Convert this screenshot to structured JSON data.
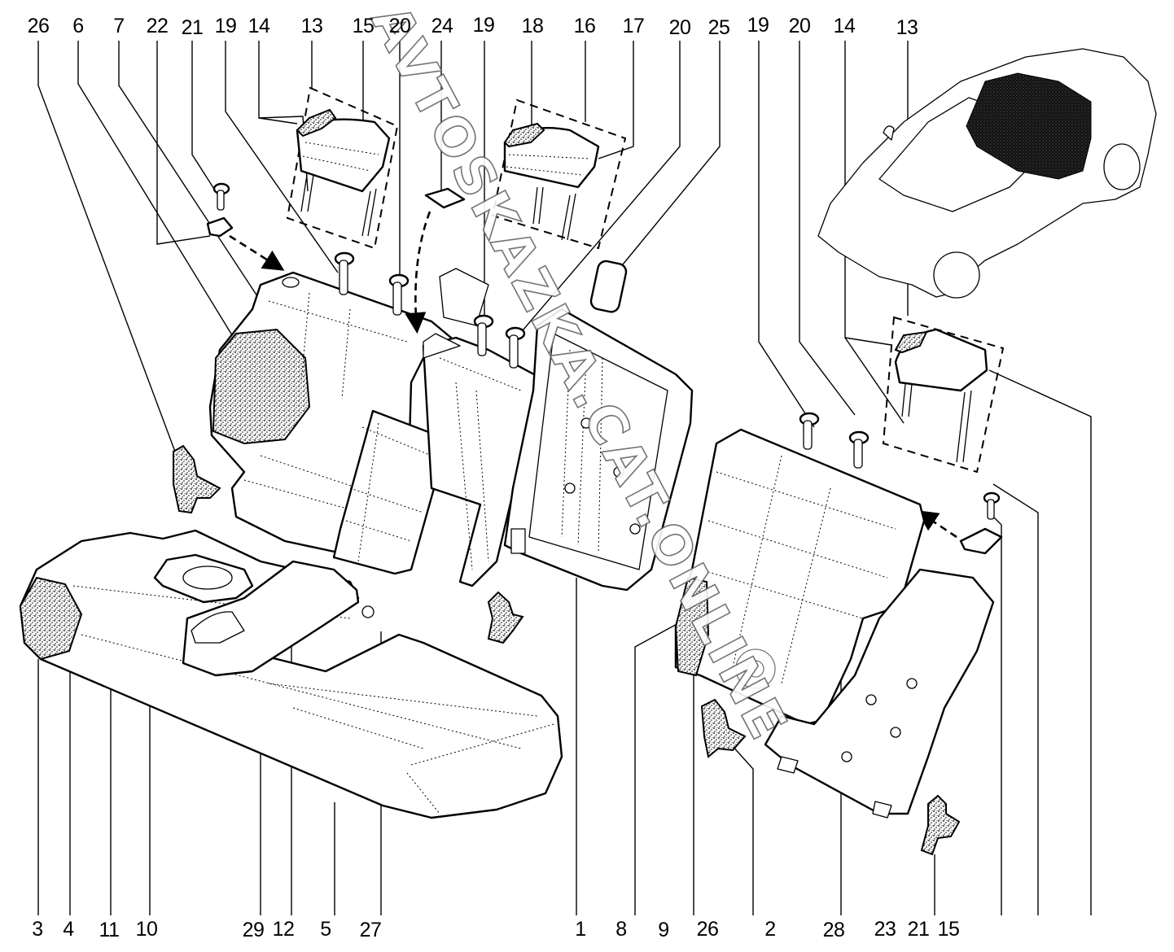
{
  "diagram": {
    "title": "Rear seat exploded parts diagram",
    "watermark": "AVTOSKAZKA.CAT.ONLINE",
    "top_callouts": [
      {
        "id": "t1",
        "label": "26"
      },
      {
        "id": "t2",
        "label": "6"
      },
      {
        "id": "t3",
        "label": "7"
      },
      {
        "id": "t4",
        "label": "22"
      },
      {
        "id": "t5",
        "label": "21"
      },
      {
        "id": "t6",
        "label": "19"
      },
      {
        "id": "t7",
        "label": "14"
      },
      {
        "id": "t8",
        "label": "13"
      },
      {
        "id": "t9",
        "label": "15"
      },
      {
        "id": "t10",
        "label": "20"
      },
      {
        "id": "t11",
        "label": "24"
      },
      {
        "id": "t12",
        "label": "19"
      },
      {
        "id": "t13",
        "label": "18"
      },
      {
        "id": "t14",
        "label": "16"
      },
      {
        "id": "t15",
        "label": "17"
      },
      {
        "id": "t16",
        "label": "20"
      },
      {
        "id": "t17",
        "label": "25"
      },
      {
        "id": "t18",
        "label": "19"
      },
      {
        "id": "t19",
        "label": "20"
      },
      {
        "id": "t20",
        "label": "14"
      },
      {
        "id": "t21",
        "label": "13"
      }
    ],
    "bottom_callouts": [
      {
        "id": "b1",
        "label": "3"
      },
      {
        "id": "b2",
        "label": "4"
      },
      {
        "id": "b3",
        "label": "11"
      },
      {
        "id": "b4",
        "label": "10"
      },
      {
        "id": "b5",
        "label": "29"
      },
      {
        "id": "b6",
        "label": "12"
      },
      {
        "id": "b7",
        "label": "5"
      },
      {
        "id": "b8",
        "label": "27"
      },
      {
        "id": "b9",
        "label": "1"
      },
      {
        "id": "b10",
        "label": "8"
      },
      {
        "id": "b11",
        "label": "9"
      },
      {
        "id": "b12",
        "label": "26"
      },
      {
        "id": "b13",
        "label": "2"
      },
      {
        "id": "b14",
        "label": "28"
      },
      {
        "id": "b15",
        "label": "23"
      },
      {
        "id": "b16",
        "label": "21"
      },
      {
        "id": "b17",
        "label": "15"
      }
    ],
    "parts": {
      "left_seat_back": "Left seat back (6)",
      "center_seat_back": "Center seat back frame (1)",
      "right_seat_back": "Right seat back (9)",
      "seat_cushion": "Seat cushion (5)",
      "armrest": "Armrest with cup holders (10, 11)",
      "headrest_left": "Headrest (13)",
      "headrest_center": "Headrest (16)",
      "headrest_right": "Headrest (13)",
      "vehicle_locator": "Vehicle locator view"
    }
  }
}
